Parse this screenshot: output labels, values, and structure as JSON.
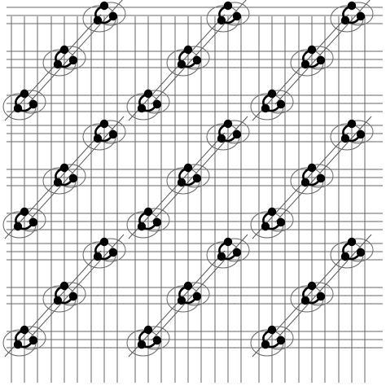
{
  "figure": {
    "type": "lattice-diagram",
    "layers": 3,
    "rows_per_layer": 3,
    "cols_per_layer": 3,
    "nodes_per_site": 3,
    "colors": {
      "background": "#ffffff",
      "grid": "#666666",
      "diagonal": "#555555",
      "loop": "#666666",
      "node": "#000000"
    }
  }
}
